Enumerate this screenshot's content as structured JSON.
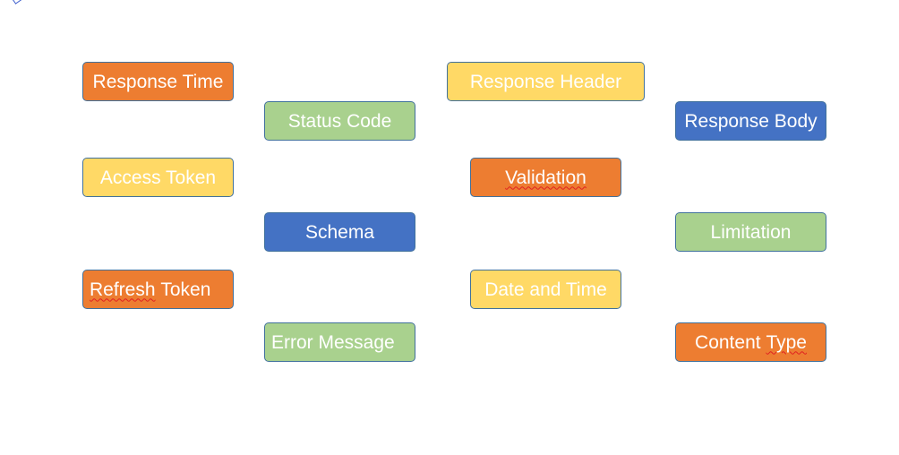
{
  "colors": {
    "orange": "#ed7d31",
    "yellow": "#ffd966",
    "green": "#a9d18e",
    "blue": "#4472c4",
    "border": "#41719c",
    "text": "#ffffff"
  },
  "nodes": {
    "response_time": {
      "label": "Response Time",
      "color": "orange"
    },
    "status_code": {
      "label": "Status Code",
      "color": "green"
    },
    "response_header": {
      "label": "Response Header",
      "color": "yellow"
    },
    "response_body": {
      "label": "Response Body",
      "color": "blue"
    },
    "access_token": {
      "label": "Access Token",
      "color": "yellow"
    },
    "validation": {
      "label": "Validation",
      "color": "orange"
    },
    "schema": {
      "label": "Schema",
      "color": "blue"
    },
    "limitation": {
      "label": "Limitation",
      "color": "green"
    },
    "refresh_token": {
      "label_a": "Refresh",
      "label_b": "Token",
      "color": "orange"
    },
    "date_and_time": {
      "label": "Date and Time",
      "color": "yellow"
    },
    "error_message": {
      "label": "Error Message",
      "color": "green"
    },
    "content_type": {
      "label_a": "Content",
      "label_b": "Type",
      "color": "orange"
    }
  }
}
